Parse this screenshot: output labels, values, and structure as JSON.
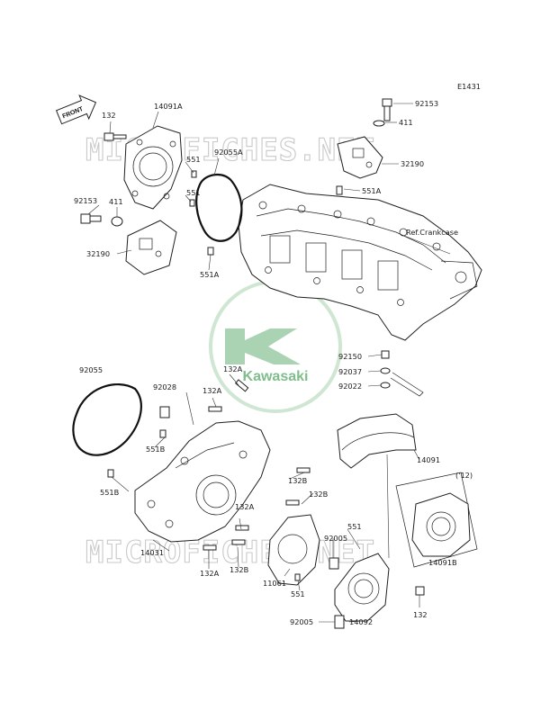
{
  "diagram_code": "E1431",
  "front_arrow": "FRONT",
  "watermark": "MICROFICHES.NET",
  "logo_text": "Kawasaki",
  "colors": {
    "line": "#1f1f1f",
    "watermark": "#c9c9c9",
    "logo": "#2e8b3a",
    "background": "#ffffff"
  },
  "labels": {
    "l_92153_top": "92153",
    "l_411_top": "411",
    "l_32190_top": "32190",
    "l_551A_top": "551A",
    "l_ref": "Ref.Crankcase",
    "l_132": "132",
    "l_14091A": "14091A",
    "l_551_a": "551",
    "l_92055A": "92055A",
    "l_92153_left": "92153",
    "l_411_left": "411",
    "l_551_b": "551",
    "l_32190_left": "32190",
    "l_551A_mid": "551A",
    "l_92150": "92150",
    "l_92037": "92037",
    "l_92022": "92022",
    "l_92055": "92055",
    "l_92028": "92028",
    "l_132A_a": "132A",
    "l_132A_b": "132A",
    "l_551B_a": "551B",
    "l_14091": "14091",
    "l_551B_b": "551B",
    "l_132B_a": "132B",
    "l_132B_b": "132B",
    "l_12": "('12)",
    "l_132A_c": "132A",
    "l_551_c": "551",
    "l_92005_a": "92005",
    "l_14031": "14031",
    "l_132A_d": "132A",
    "l_132B_c": "132B",
    "l_14091B": "14091B",
    "l_11061": "11061",
    "l_551_d": "551",
    "l_92005_b": "92005",
    "l_14092": "14092"
  }
}
